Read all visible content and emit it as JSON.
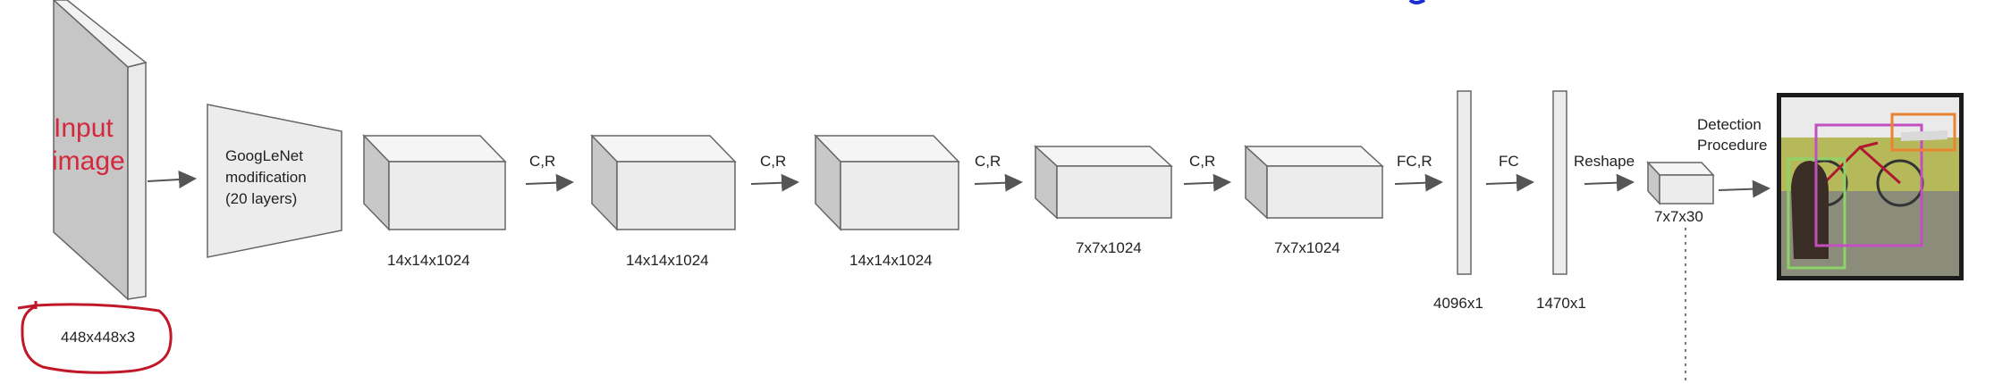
{
  "input": {
    "line1": "Input",
    "line2": "image",
    "size": "448x448x3"
  },
  "googlenet": {
    "line1": "GoogLeNet",
    "line2": "modification",
    "line3": "(20 layers)"
  },
  "blocks": [
    "14x14x1024",
    "14x14x1024",
    "14x14x1024",
    "7x7x1024",
    "7x7x1024"
  ],
  "arrows": [
    "C,R",
    "C,R",
    "C,R",
    "C,R",
    "FC,R",
    "FC",
    "Reshape"
  ],
  "fc": [
    "4096x1",
    "1470x1"
  ],
  "output": {
    "size": "7x7x30",
    "line1": "Detection",
    "line2": "Procedure"
  },
  "colors": {
    "annotation": "#d4283c",
    "box_face": "#ececec",
    "slab_face": "#c8c8c8"
  }
}
